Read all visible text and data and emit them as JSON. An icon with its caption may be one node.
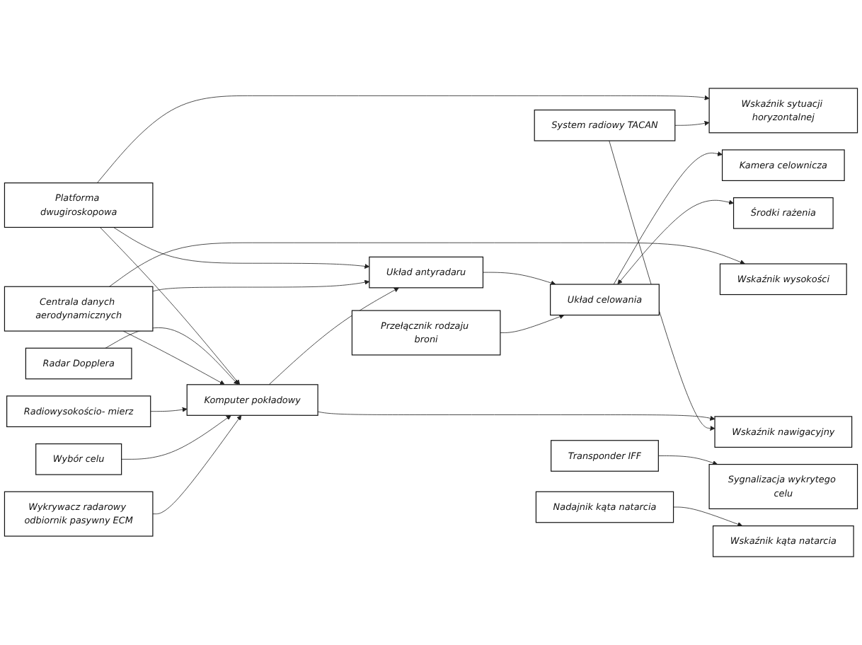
{
  "diagram": {
    "nodes": [
      {
        "text": [
          "Platforma dwugiroskopowa"
        ]
      },
      {
        "text": [
          "Radar Dopplera"
        ]
      },
      {
        "text": [
          "Centrala danych aerodynamicznych"
        ]
      },
      {
        "text": [
          "Radiowysokościo- mierz"
        ]
      },
      {
        "text": [
          "Transponder IFF"
        ]
      },
      {
        "text": [
          "System radiowy TACAN"
        ]
      },
      {
        "text": [
          "Wykrywacz radarowy odbiornik pasywny ECM"
        ]
      },
      {
        "text": [
          "Nadajnik kąta natarcia"
        ]
      },
      {
        "text": [
          "Komputer pokładowy"
        ]
      },
      {
        "text": [
          "Układ antyradaru"
        ]
      },
      {
        "text": [
          "Układ celowania"
        ]
      },
      {
        "text": [
          "Środki rażenia"
        ]
      },
      {
        "text": [
          "Wskaźnik sytuacji horyzontalnej"
        ]
      },
      {
        "text": [
          "Wskaźnik wysokości"
        ]
      },
      {
        "text": [
          "Wybór celu"
        ]
      },
      {
        "text": [
          "Wskaźnik nawigacyjny"
        ]
      },
      {
        "text": [
          "Sygnalizacja wykrytego celu"
        ]
      },
      {
        "text": [
          "Wskaźnik kąta natarcia"
        ]
      },
      {
        "text": [
          "Kamera celownicza"
        ]
      },
      {
        "text": [
          "Przełącznik rodzaju broni"
        ]
      }
    ],
    "edges": [
      {
        "from": 0,
        "to": 12,
        "arrow": "to"
      },
      {
        "from": 0,
        "to": 8,
        "arrow": "to"
      },
      {
        "from": 0,
        "to": 9,
        "arrow": "to"
      },
      {
        "from": 1,
        "to": 8,
        "arrow": "to"
      },
      {
        "from": 2,
        "to": 8,
        "arrow": "to"
      },
      {
        "from": 2,
        "to": 9,
        "arrow": "to"
      },
      {
        "from": 2,
        "to": 13,
        "arrow": "to"
      },
      {
        "from": 3,
        "to": 8,
        "arrow": "to"
      },
      {
        "from": 8,
        "to": 9,
        "arrow": "to"
      },
      {
        "from": 14,
        "to": 8,
        "arrow": "to"
      },
      {
        "from": 8,
        "to": 15,
        "arrow": "to"
      },
      {
        "from": 9,
        "to": 10,
        "arrow": "to"
      },
      {
        "from": 4,
        "to": 16,
        "arrow": "to"
      },
      {
        "from": 5,
        "to": 12,
        "arrow": "to"
      },
      {
        "from": 5,
        "to": 15,
        "arrow": "to"
      },
      {
        "from": 6,
        "to": 8,
        "arrow": "to"
      },
      {
        "from": 7,
        "to": 17,
        "arrow": "to"
      },
      {
        "from": 10,
        "to": 18,
        "arrow": "to"
      },
      {
        "from": 19,
        "to": 10,
        "arrow": "to"
      },
      {
        "from": 10,
        "to": 11,
        "arrow": "both"
      }
    ]
  }
}
